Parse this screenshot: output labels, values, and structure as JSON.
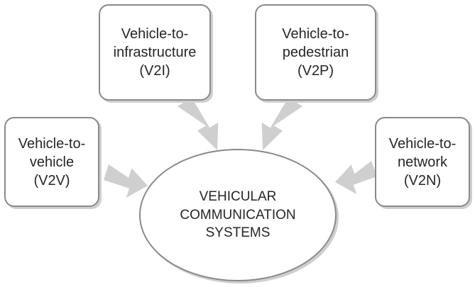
{
  "diagram": {
    "center": {
      "lines": [
        "VEHICULAR",
        "COMMUNICATION",
        "SYSTEMS"
      ]
    },
    "nodes": [
      {
        "id": "v2i",
        "lines": [
          "Vehicle-to-",
          "infrastructure",
          "(V2I)"
        ]
      },
      {
        "id": "v2p",
        "lines": [
          "Vehicle-to-",
          "pedestrian",
          "(V2P)"
        ]
      },
      {
        "id": "v2v",
        "lines": [
          "Vehicle-to-",
          "vehicle",
          "(V2V)"
        ]
      },
      {
        "id": "v2n",
        "lines": [
          "Vehicle-to-",
          "network",
          "(V2N)"
        ]
      }
    ]
  },
  "colors": {
    "arrow": "#cfcfcf",
    "border": "#8a8a8a",
    "text": "#262626"
  }
}
